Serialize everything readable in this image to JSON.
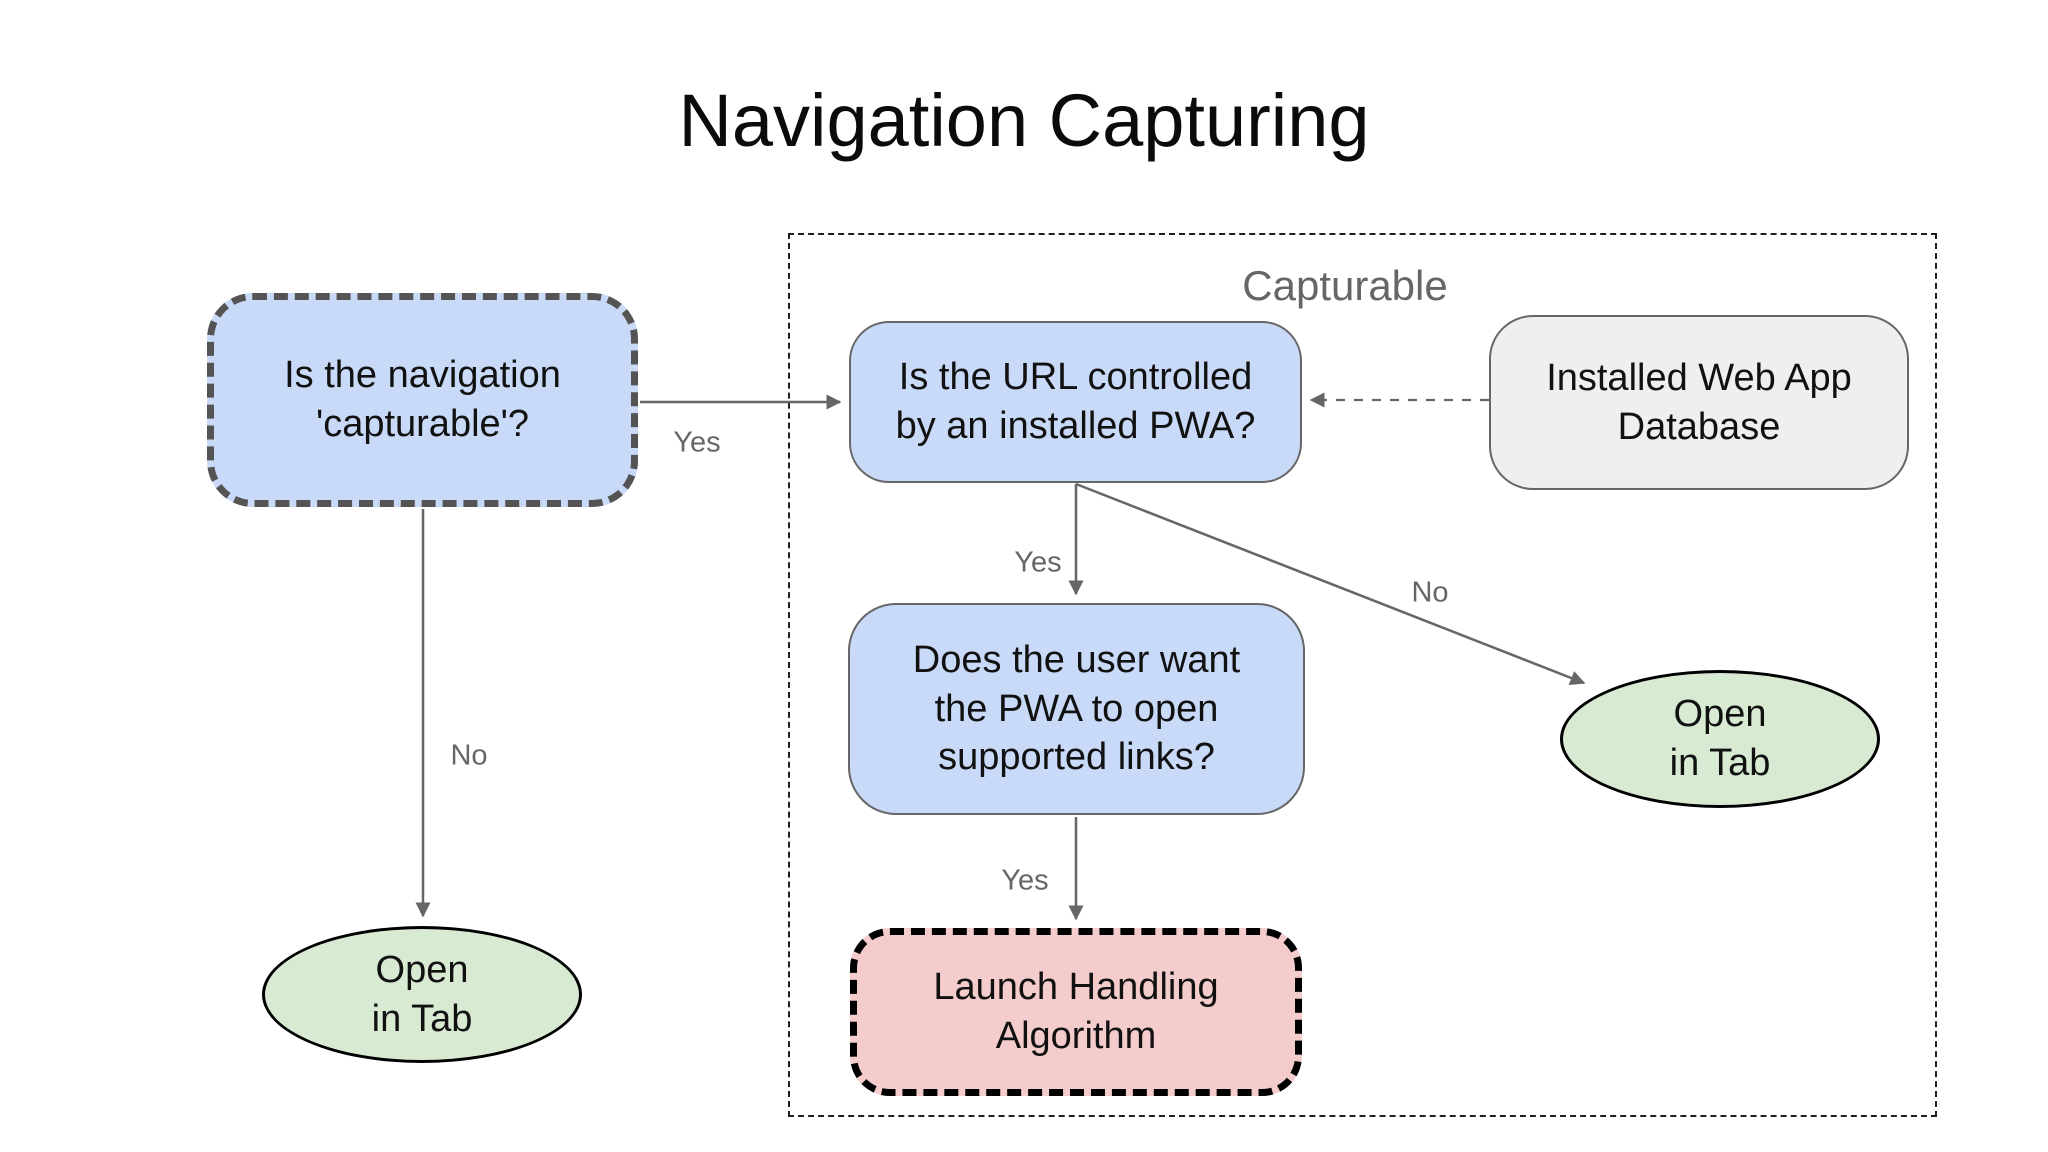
{
  "title": "Navigation Capturing",
  "group": {
    "label": "Capturable"
  },
  "nodes": {
    "nav_capturable": {
      "text": "Is the navigation\n'capturable'?"
    },
    "url_controlled": {
      "text": "Is the URL controlled\nby an installed PWA?"
    },
    "webapp_db": {
      "text": "Installed Web App\nDatabase"
    },
    "user_wants": {
      "text": "Does the user want\nthe PWA to open\nsupported links?"
    },
    "open_in_tab_left": {
      "text": "Open\nin Tab"
    },
    "open_in_tab_right": {
      "text": "Open\nin Tab"
    },
    "launch_handling": {
      "text": "Launch Handling\nAlgorithm"
    }
  },
  "edge_labels": {
    "nav_yes": "Yes",
    "nav_no": "No",
    "url_yes": "Yes",
    "url_no": "No",
    "user_yes": "Yes"
  },
  "colors": {
    "decision_fill": "#c9daf8",
    "terminal_fill": "#d9ead3",
    "process_fill": "#f4cccc",
    "data_fill": "#efefef",
    "connector": "#666666",
    "label_text": "#666666"
  }
}
